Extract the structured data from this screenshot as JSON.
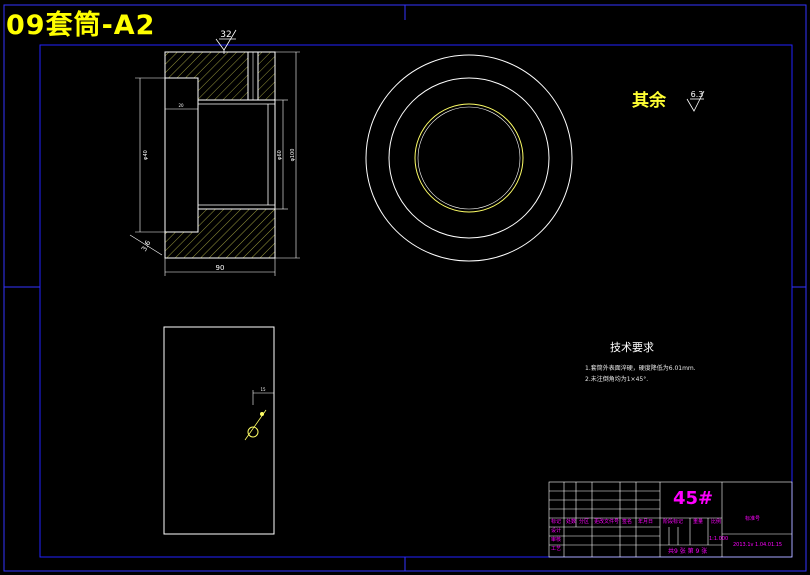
{
  "drawing": {
    "title": "09套筒-A2",
    "roughness_top": "32",
    "roughness_other": "6.3",
    "other_label": "其余",
    "dims": {
      "length": "90",
      "chamfer": "3.6",
      "inner_step": "20",
      "left_dia": "φ40",
      "mid_dia": "φ60",
      "right_dia": "φ100",
      "hole_offset": "15"
    }
  },
  "tech_requirements": {
    "title": "技术要求",
    "lines": [
      "1.套筒外表面淬硬，硬度降低为6.01mm.",
      "2.未注倒角均为1×45°."
    ]
  },
  "title_block": {
    "material": "45#",
    "unit": "标准号",
    "date": "2013.1v 1.04.01.15",
    "scale_note": "共9 张 第 9 张",
    "headers": [
      "标记",
      "处数",
      "分区",
      "更改文件号",
      "签名",
      "年月日"
    ],
    "role_labels": [
      "设计",
      "审核",
      "工艺"
    ],
    "stage_labels": [
      "阶段标记",
      "重量",
      "比例"
    ],
    "scale": "1:1.000"
  },
  "colors": {
    "border": "#0000ff",
    "line": "#ffffff",
    "yellow": "#ffff00",
    "magenta": "#ff00ff",
    "hatch": "#ffff66"
  }
}
